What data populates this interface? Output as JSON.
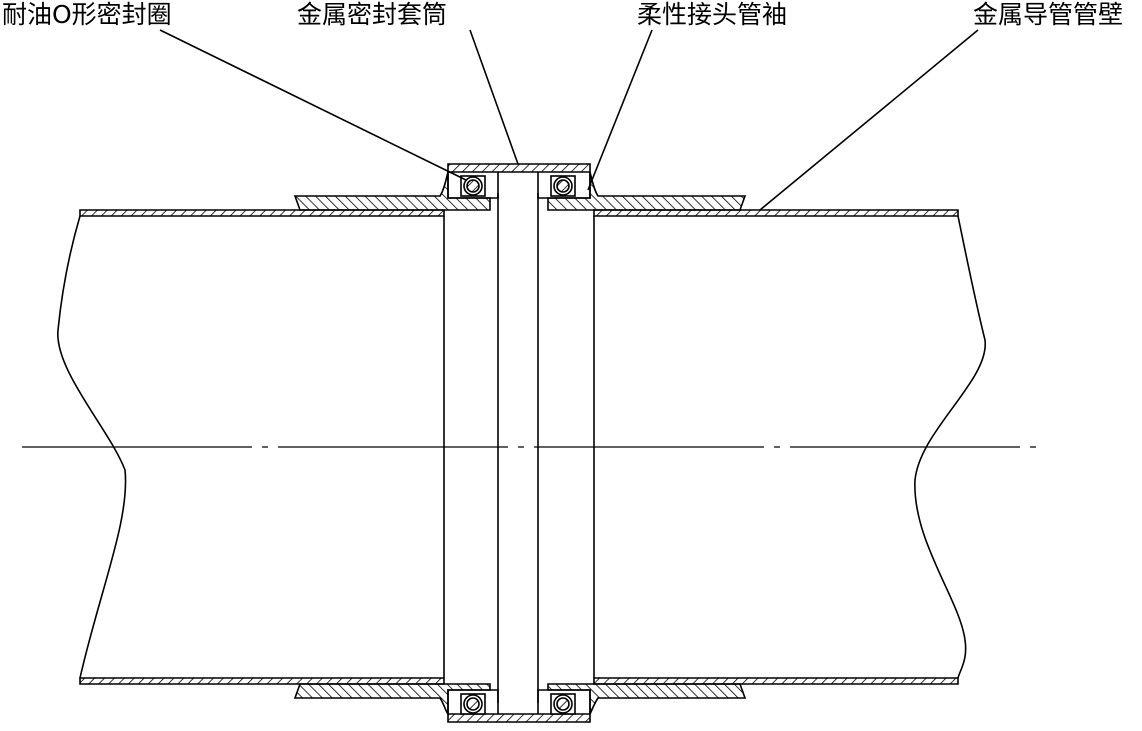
{
  "labels": {
    "o_ring": "耐油O形密封圈",
    "metal_sleeve": "金属密封套筒",
    "flexible_cuff": "柔性接头管袖",
    "pipe_wall": "金属导管管壁"
  },
  "colors": {
    "line": "#000000",
    "background": "#ffffff"
  }
}
